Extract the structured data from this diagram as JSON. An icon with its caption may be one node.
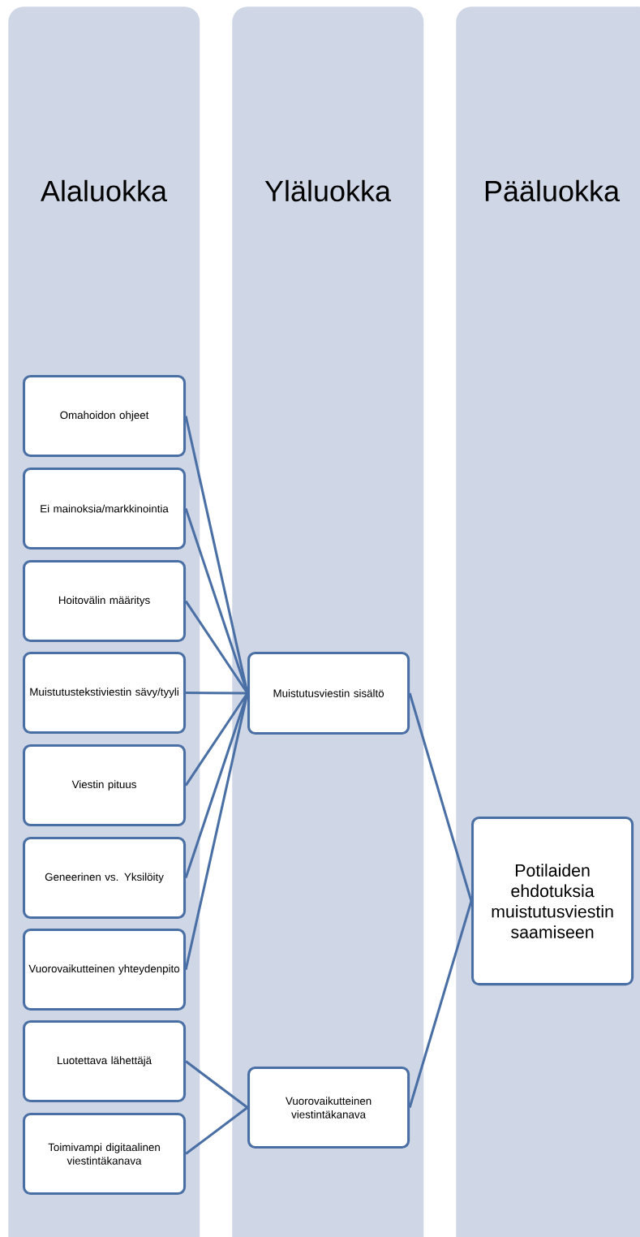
{
  "diagram": {
    "nodes": [
      {
        "text": [
          "Alaluokka"
        ]
      },
      {
        "text": [
          "Yläluokka"
        ]
      },
      {
        "text": [
          "Pääluokka"
        ]
      },
      {
        "text": [
          "Omahoidon ohjeet"
        ],
        "in": 0
      },
      {
        "text": [
          "Ei mainoksia/markkinointia"
        ],
        "in": 0
      },
      {
        "text": [
          "Hoitovälin määritys"
        ],
        "in": 0
      },
      {
        "text": [
          "Muistutustekstiviestin sävy/tyyli"
        ],
        "in": 0
      },
      {
        "text": [
          "Viestin pituus"
        ],
        "in": 0
      },
      {
        "text": [
          "Geneerinen vs. Yksilöity"
        ],
        "in": 0
      },
      {
        "text": [
          "Vuorovaikutteinen yhteydenpito"
        ],
        "in": 0
      },
      {
        "text": [
          "Luotettava lähettäjä"
        ],
        "in": 0
      },
      {
        "text": [
          "Toimivampi digitaalinen viestintäkanava"
        ],
        "in": 0
      },
      {
        "text": [
          "Muistutusviestin sisältö"
        ],
        "in": 1
      },
      {
        "text": [
          "Vuorovaikutteinen viestintäkanava"
        ],
        "in": 1
      },
      {
        "text": [
          "Potilaiden ehdotuksia muistutusviestin saamiseen"
        ],
        "in": 2
      }
    ],
    "edges": [
      {
        "from": 3,
        "to": 12,
        "arrow": "none"
      },
      {
        "from": 4,
        "to": 12,
        "arrow": "none"
      },
      {
        "from": 5,
        "to": 12,
        "arrow": "none"
      },
      {
        "from": 6,
        "to": 12,
        "arrow": "none"
      },
      {
        "from": 7,
        "to": 12,
        "arrow": "none"
      },
      {
        "from": 8,
        "to": 12,
        "arrow": "none"
      },
      {
        "from": 9,
        "to": 12,
        "arrow": "none"
      },
      {
        "from": 10,
        "to": 13,
        "arrow": "none"
      },
      {
        "from": 11,
        "to": 13,
        "arrow": "none"
      },
      {
        "from": 12,
        "to": 14,
        "arrow": "none"
      },
      {
        "from": 13,
        "to": 14,
        "arrow": "none"
      }
    ]
  }
}
